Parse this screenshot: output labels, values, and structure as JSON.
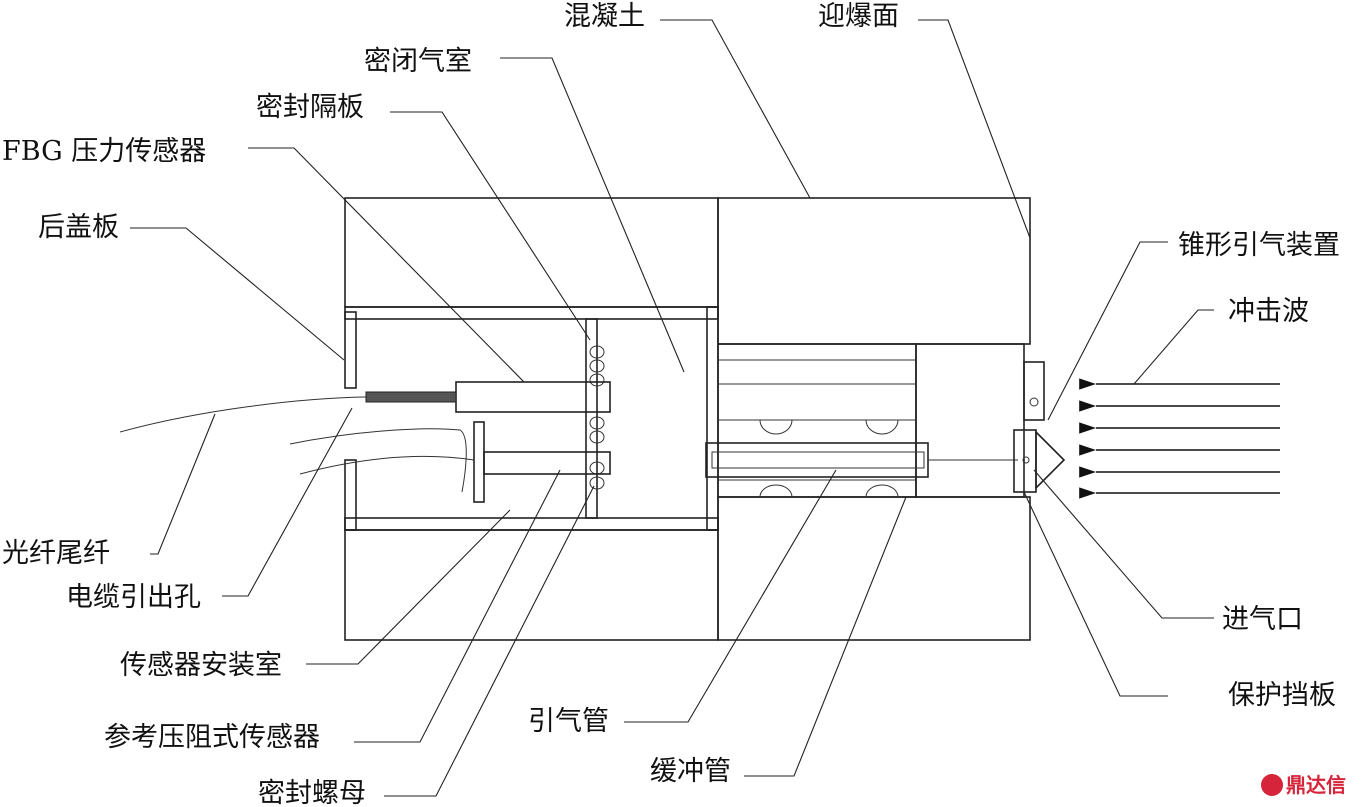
{
  "labels": {
    "concrete": "混凝土",
    "blast_face": "迎爆面",
    "sealed_chamber": "密闭气室",
    "seal_partition": "密封隔板",
    "fbg_sensor": "FBG 压力传感器",
    "back_cover": "后盖板",
    "cone_device": "锥形引气装置",
    "shock_wave": "冲击波",
    "fiber_tail": "光纤尾纤",
    "cable_hole": "电缆引出孔",
    "sensor_room": "传感器安装室",
    "air_inlet": "进气口",
    "protect_plate": "保护挡板",
    "piezo_sensor": "参考压阻式传感器",
    "guide_tube": "引气管",
    "buffer_tube": "缓冲管",
    "seal_nut": "密封螺母"
  },
  "watermark": "鼎达信",
  "colors": {
    "line": "#222222",
    "concrete_fill": "#d9d9d9",
    "watermark": "#d6243a"
  }
}
